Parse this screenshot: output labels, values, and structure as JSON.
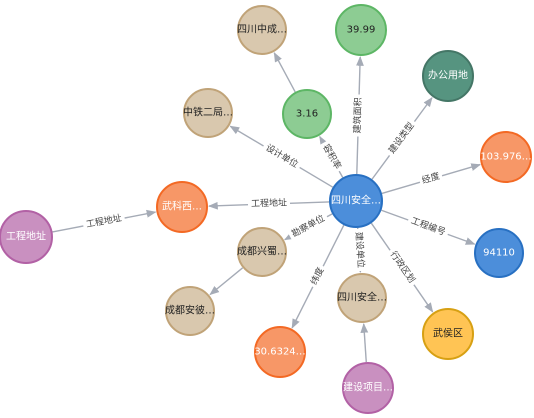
{
  "graph": {
    "nodes": [
      {
        "id": "center",
        "label": "四川安全…",
        "fill": "#4c8eda",
        "stroke": "#2870c2",
        "text": "#ffffff"
      },
      {
        "id": "n_sczc",
        "label": "四川中成…",
        "fill": "#d9c8ae",
        "stroke": "#c0a378",
        "text": "#222222"
      },
      {
        "id": "n_3999",
        "label": "39.99",
        "fill": "#8dcc93",
        "stroke": "#5db665",
        "text": "#222222"
      },
      {
        "id": "n_office",
        "label": "办公用地",
        "fill": "#569480",
        "stroke": "#447666",
        "text": "#ffffff"
      },
      {
        "id": "n_zt2",
        "label": "中铁二局…",
        "fill": "#d9c8ae",
        "stroke": "#c0a378",
        "text": "#222222"
      },
      {
        "id": "n_316",
        "label": "3.16",
        "fill": "#8dcc93",
        "stroke": "#5db665",
        "text": "#222222"
      },
      {
        "id": "n_lng",
        "label": "103.976…",
        "fill": "#f79767",
        "stroke": "#f36924",
        "text": "#ffffff"
      },
      {
        "id": "n_wkx",
        "label": "武科西…",
        "fill": "#f79767",
        "stroke": "#f36924",
        "text": "#ffffff"
      },
      {
        "id": "n_addr",
        "label": "工程地址",
        "fill": "#c990c0",
        "stroke": "#b261a5",
        "text": "#ffffff"
      },
      {
        "id": "n_cdxs",
        "label": "成都兴蜀…",
        "fill": "#d9c8ae",
        "stroke": "#c0a378",
        "text": "#222222"
      },
      {
        "id": "n_94110",
        "label": "94110",
        "fill": "#4c8eda",
        "stroke": "#2870c2",
        "text": "#ffffff"
      },
      {
        "id": "n_cdab",
        "label": "成都安彼…",
        "fill": "#d9c8ae",
        "stroke": "#c0a378",
        "text": "#222222"
      },
      {
        "id": "n_sc2",
        "label": "四川安全…",
        "fill": "#d9c8ae",
        "stroke": "#c0a378",
        "text": "#222222"
      },
      {
        "id": "n_wuhou",
        "label": "武侯区",
        "fill": "#ffc454",
        "stroke": "#d7a013",
        "text": "#222222"
      },
      {
        "id": "n_lat",
        "label": "30.6324…",
        "fill": "#f79767",
        "stroke": "#f36924",
        "text": "#ffffff"
      },
      {
        "id": "n_proj",
        "label": "建设项目…",
        "fill": "#c990c0",
        "stroke": "#b261a5",
        "text": "#ffffff"
      }
    ],
    "edges": [
      {
        "from": "n_316",
        "to": "n_sczc",
        "label": ""
      },
      {
        "from": "center",
        "to": "n_3999",
        "label": "建筑面积"
      },
      {
        "from": "center",
        "to": "n_office",
        "label": "建设类型"
      },
      {
        "from": "center",
        "to": "n_zt2",
        "label": "设计单位"
      },
      {
        "from": "center",
        "to": "n_316",
        "label": "容积率"
      },
      {
        "from": "center",
        "to": "n_lng",
        "label": "经度"
      },
      {
        "from": "center",
        "to": "n_wkx",
        "label": "工程地址"
      },
      {
        "from": "n_addr",
        "to": "n_wkx",
        "label": "工程地址"
      },
      {
        "from": "center",
        "to": "n_cdxs",
        "label": "勘察单位"
      },
      {
        "from": "center",
        "to": "n_94110",
        "label": "工程编号"
      },
      {
        "from": "n_cdxs",
        "to": "n_cdab",
        "label": ""
      },
      {
        "from": "center",
        "to": "n_sc2",
        "label": "建设单位"
      },
      {
        "from": "center",
        "to": "n_wuhou",
        "label": "行政区划"
      },
      {
        "from": "center",
        "to": "n_lat",
        "label": "纬度"
      },
      {
        "from": "n_proj",
        "to": "n_sc2",
        "label": ""
      }
    ]
  }
}
